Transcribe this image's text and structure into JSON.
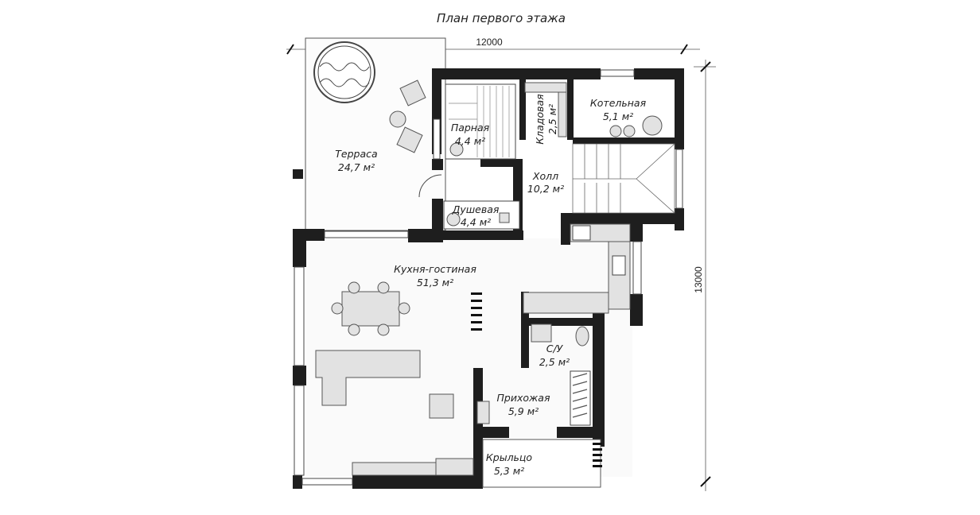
{
  "title": "План первого этажа",
  "dimensions": {
    "width": "12000",
    "height": "13000"
  },
  "rooms": [
    {
      "name": "Терраса",
      "area": "24,7 м²"
    },
    {
      "name": "Парная",
      "area": "4,4 м²"
    },
    {
      "name": "Кладовая",
      "area": "2,5 м²"
    },
    {
      "name": "Котельная",
      "area": "5,1 м²"
    },
    {
      "name": "Холл",
      "area": "10,2 м²"
    },
    {
      "name": "Душевая",
      "area": "4,4 м²"
    },
    {
      "name": "Кухня-гостиная",
      "area": "51,3 м²"
    },
    {
      "name": "С/У",
      "area": "2,5 м²"
    },
    {
      "name": "Прихожая",
      "area": "5,9 м²"
    },
    {
      "name": "Крыльцо",
      "area": "5,3 м²"
    }
  ]
}
